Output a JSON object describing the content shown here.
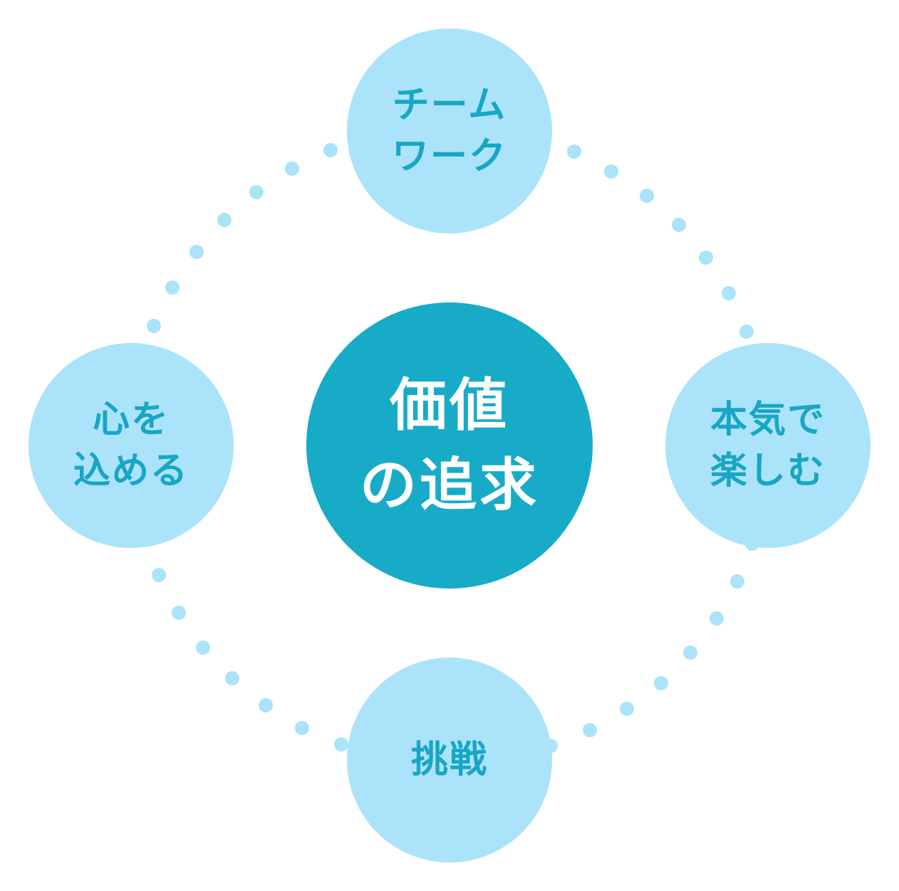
{
  "diagram": {
    "center": {
      "label": "価値\nの追求",
      "color": "#18abc8",
      "text_color": "#ffffff"
    },
    "values": [
      {
        "id": "top",
        "label": "チーム\nワーク"
      },
      {
        "id": "right",
        "label": "本気で\n楽しむ"
      },
      {
        "id": "bottom",
        "label": "挑戦"
      },
      {
        "id": "left",
        "label": "心を\n込める"
      }
    ],
    "satellite_color": "#abe3fa",
    "satellite_text_color": "#18a6c4",
    "dot_color": "#abe3fa"
  }
}
